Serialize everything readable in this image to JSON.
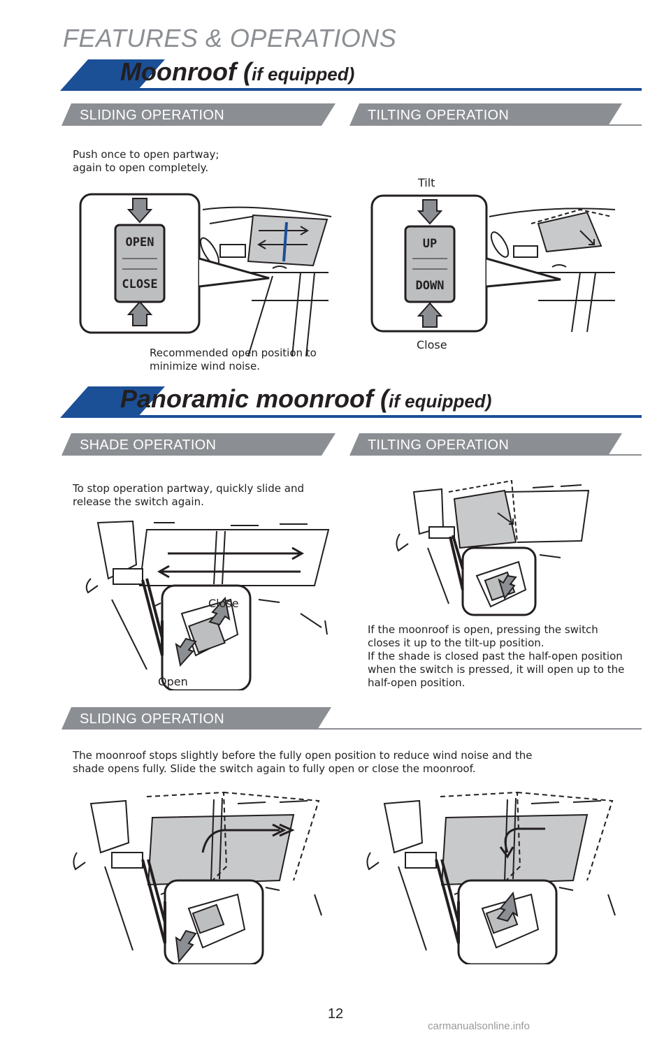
{
  "header": {
    "title": "FEATURES & OPERATIONS"
  },
  "moonroof": {
    "title": "Moonroof (",
    "title_suffix": "if equipped)",
    "sliding": {
      "heading": "SLIDING OPERATION",
      "caption_line1": "Push once to open partway;",
      "caption_line2": "again to open completely.",
      "button_top": "OPEN",
      "button_bottom": "CLOSE",
      "callout_line1": "Recommended open position to",
      "callout_line2": "minimize wind noise."
    },
    "tilting": {
      "heading": "TILTING OPERATION",
      "label_top": "Tilt",
      "label_bottom": "Close",
      "button_top": "UP",
      "button_bottom": "DOWN"
    }
  },
  "panoramic": {
    "title": "Panoramic moonroof (",
    "title_suffix": "if equipped)",
    "shade": {
      "heading": "SHADE OPERATION",
      "caption_line1": "To stop operation partway, quickly slide and",
      "caption_line2": "release the switch again.",
      "label_close": "Close",
      "label_open": "Open"
    },
    "tilting": {
      "heading": "TILTING OPERATION",
      "caption_line1": "If the moonroof is open, pressing the switch",
      "caption_line2": "closes it up to the tilt-up position.",
      "caption_line3": "If the shade is closed past the half-open position",
      "caption_line4": "when the switch is pressed, it will open up to the",
      "caption_line5": "half-open position."
    },
    "sliding": {
      "heading": "SLIDING OPERATION",
      "caption_line1": "The moonroof stops slightly before the fully open position to reduce wind noise and the",
      "caption_line2": "shade opens fully. Slide the switch again to fully open or close the moonroof."
    }
  },
  "footer": {
    "page_number": "12",
    "url": "carmanualsonline.info"
  },
  "colors": {
    "brand_blue": "#1b4f96",
    "bar_gray": "#8b8e92",
    "fill_gray": "#c8c9cb"
  }
}
